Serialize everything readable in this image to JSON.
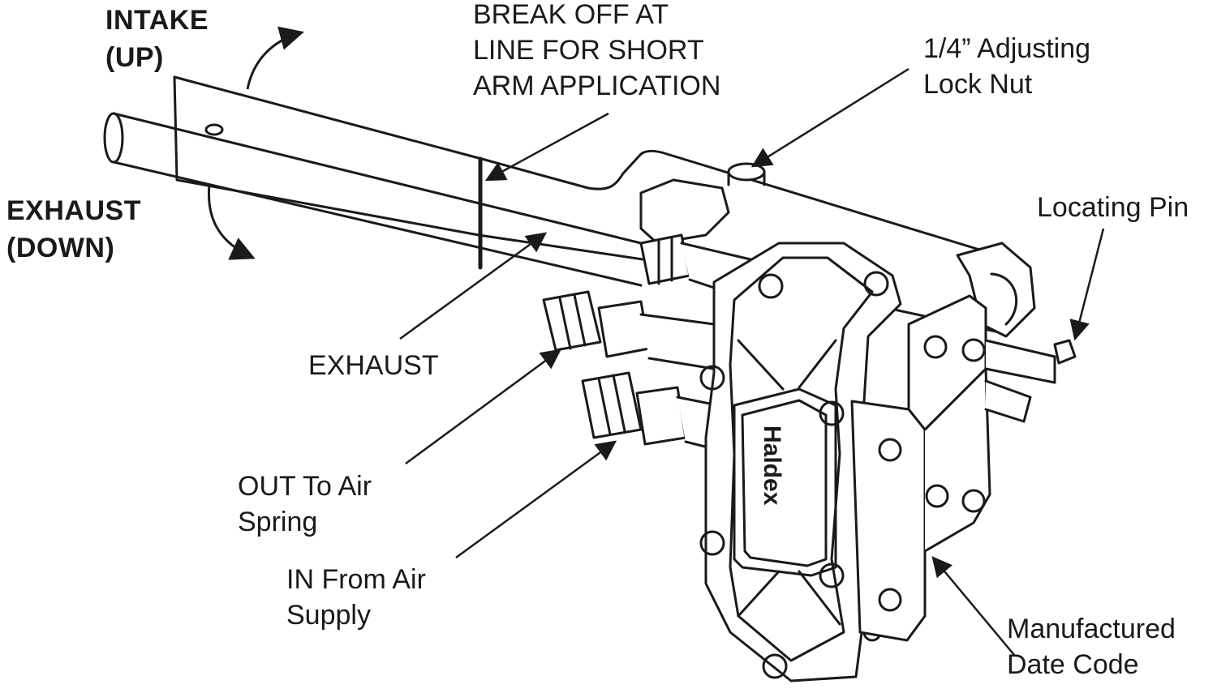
{
  "labels": {
    "intake": "INTAKE\n(UP)",
    "exhaust_direction": "EXHAUST\n(DOWN)",
    "break_off": "BREAK OFF AT\nLINE FOR SHORT\nARM APPLICATION",
    "lock_nut": "1/4” Adjusting\nLock Nut",
    "locating_pin": "Locating Pin",
    "exhaust_port": "EXHAUST",
    "out_port": "OUT To Air\nSpring",
    "in_port": "IN From Air\nSupply",
    "date_code": "Manufactured\nDate Code"
  },
  "brand": "Haldex",
  "colors": {
    "ink": "#1a1a1a",
    "background": "#ffffff"
  }
}
